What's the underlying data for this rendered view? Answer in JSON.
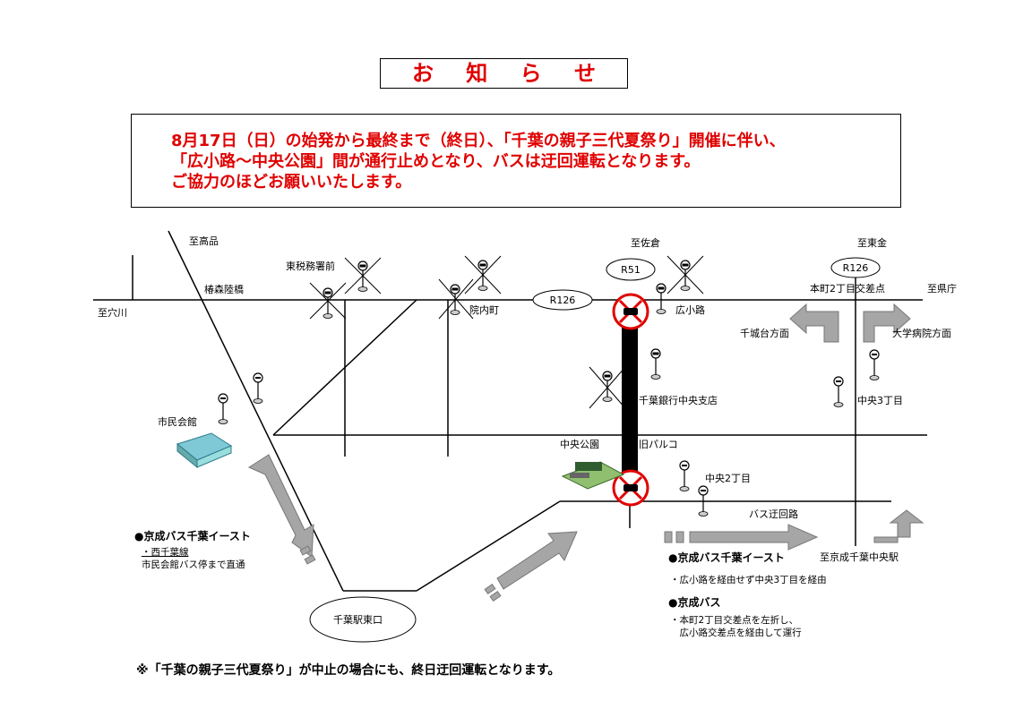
{
  "title": "お 知 ら せ",
  "notice": {
    "line1": "8月17日（日）の始発から最終まで（終日）、「千葉の親子三代夏祭り」開催に伴い、",
    "line2": "「広小路～中央公園」間が通行止めとなり、バスは迂回運転となります。",
    "line3": "ご協力のほどお願いいたします。"
  },
  "map": {
    "to_takahin": "至高品",
    "to_sakura": "至佐倉",
    "to_togane": "至東金",
    "to_anagawa": "至穴川",
    "to_kencho": "至県庁",
    "tsubakimori": "椿森陸橋",
    "higashi_zeimusho": "東税務署前",
    "innai": "院内町",
    "hirokoji": "広小路",
    "honcho_2": "本町2丁目交差点",
    "chishirodai": "千城台方面",
    "daigaku_byoin": "大学病院方面",
    "chuo_3": "中央3丁目",
    "chiba_bank": "千葉銀行中央支店",
    "shimin_kaikan": "市民会館",
    "chuo_koen": "中央公園",
    "kyu_parco": "旧パルコ",
    "chuo_2": "中央2丁目",
    "detour_route": "バス迂回路",
    "to_keisei_chiba_chuo": "至京成千葉中央駅",
    "chiba_station_east": "千葉駅東口",
    "r51": "R51",
    "r126_a": "R126",
    "r126_b": "R126"
  },
  "legend": {
    "left_company": "●京成バス千葉イースト",
    "left_line": "・西千葉線",
    "left_note": "市民会館バス停まで直通",
    "right_company1": "●京成バス千葉イースト",
    "right_note1": "・広小路を経由せず中央3丁目を経由",
    "right_company2": "●京成バス",
    "right_note2a": "・本町2丁目交差点を左折し、",
    "right_note2b": "　広小路交差点を経由して運行"
  },
  "footer": "※「千葉の親子三代夏祭り」が中止の場合にも、終日迂回運転となります。",
  "colors": {
    "alert_red": "#e00000",
    "arrow_gray": "#a6a6a6",
    "closed_road": "#000000"
  }
}
